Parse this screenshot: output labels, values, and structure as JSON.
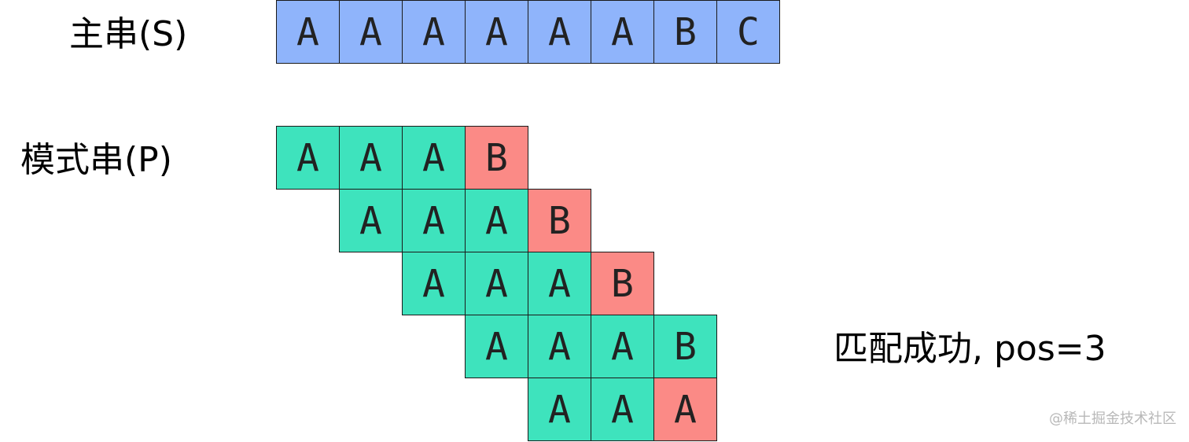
{
  "labels": {
    "main_string": "主串(S)",
    "pattern_string": "模式串(P)",
    "result": "匹配成功, pos=3",
    "watermark": "@稀土掘金技术社区"
  },
  "main_string": [
    "A",
    "A",
    "A",
    "A",
    "A",
    "A",
    "B",
    "C"
  ],
  "pattern_rows": [
    {
      "offset": 0,
      "cells": [
        {
          "char": "A",
          "state": "match"
        },
        {
          "char": "A",
          "state": "match"
        },
        {
          "char": "A",
          "state": "match"
        },
        {
          "char": "B",
          "state": "mismatch"
        }
      ]
    },
    {
      "offset": 1,
      "cells": [
        {
          "char": "A",
          "state": "match"
        },
        {
          "char": "A",
          "state": "match"
        },
        {
          "char": "A",
          "state": "match"
        },
        {
          "char": "B",
          "state": "mismatch"
        }
      ]
    },
    {
      "offset": 2,
      "cells": [
        {
          "char": "A",
          "state": "match"
        },
        {
          "char": "A",
          "state": "match"
        },
        {
          "char": "A",
          "state": "match"
        },
        {
          "char": "B",
          "state": "mismatch"
        }
      ]
    },
    {
      "offset": 3,
      "cells": [
        {
          "char": "A",
          "state": "match"
        },
        {
          "char": "A",
          "state": "match"
        },
        {
          "char": "A",
          "state": "match"
        },
        {
          "char": "B",
          "state": "match"
        }
      ]
    },
    {
      "offset": 4,
      "cells": [
        {
          "char": "A",
          "state": "match"
        },
        {
          "char": "A",
          "state": "match"
        },
        {
          "char": "A",
          "state": "mismatch"
        }
      ]
    }
  ],
  "colors": {
    "main": "#8fb4fb",
    "match": "#3ee3bd",
    "mismatch": "#fb8a86"
  }
}
